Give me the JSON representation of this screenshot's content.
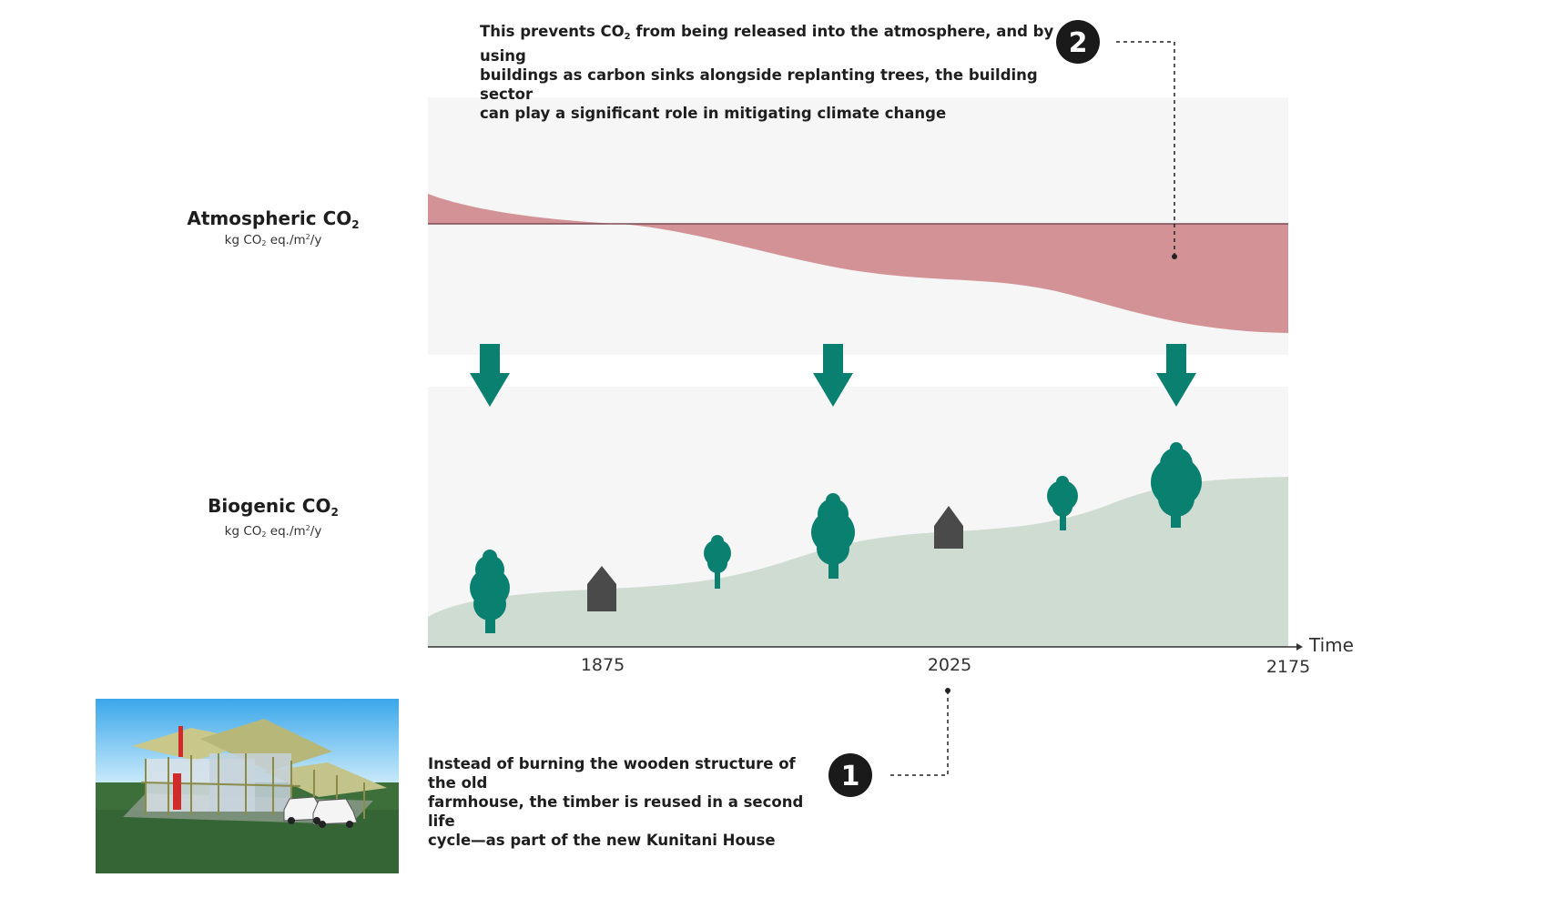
{
  "note_top": {
    "line1_a": "This prevents CO",
    "line1_sub": "2",
    "line1_b": " from being released into the atmosphere, and by using",
    "line2": "buildings as carbon sinks alongside replanting trees, the building sector",
    "line3": "can play a significant role in mitigating climate change"
  },
  "note_bottom": {
    "line1": "Instead of burning the wooden structure of the old",
    "line2": "farmhouse, the timber is reused in a second life",
    "line3": "cycle—as part of the new Kunitani House"
  },
  "markers": {
    "one": "1",
    "two": "2"
  },
  "atmospheric": {
    "title_main": "Atmospheric CO",
    "title_sub": "2",
    "unit_a": "kg CO",
    "unit_sub": "2",
    "unit_b": " eq./m",
    "unit_sup": "2",
    "unit_c": "/y"
  },
  "biogenic": {
    "title_main": "Biogenic CO",
    "title_sub": "2",
    "unit_a": "kg CO",
    "unit_sub": "2",
    "unit_b": " eq./m",
    "unit_sup": "2",
    "unit_c": "/y"
  },
  "time_axis": {
    "label": "Time",
    "ticks": [
      "1875",
      "2025",
      "2175"
    ]
  },
  "colors": {
    "atmospheric_fill": "#d39396",
    "biogenic_fill": "#cfdcd1",
    "panel_bg": "#f6f6f6",
    "teal": "#0a8070",
    "house": "#4a4a4a",
    "baseline": "#7a4a55"
  },
  "icons": [
    "tree-icon",
    "house-icon",
    "down-arrow-icon",
    "number-badge-icon",
    "building-render-illustration"
  ]
}
